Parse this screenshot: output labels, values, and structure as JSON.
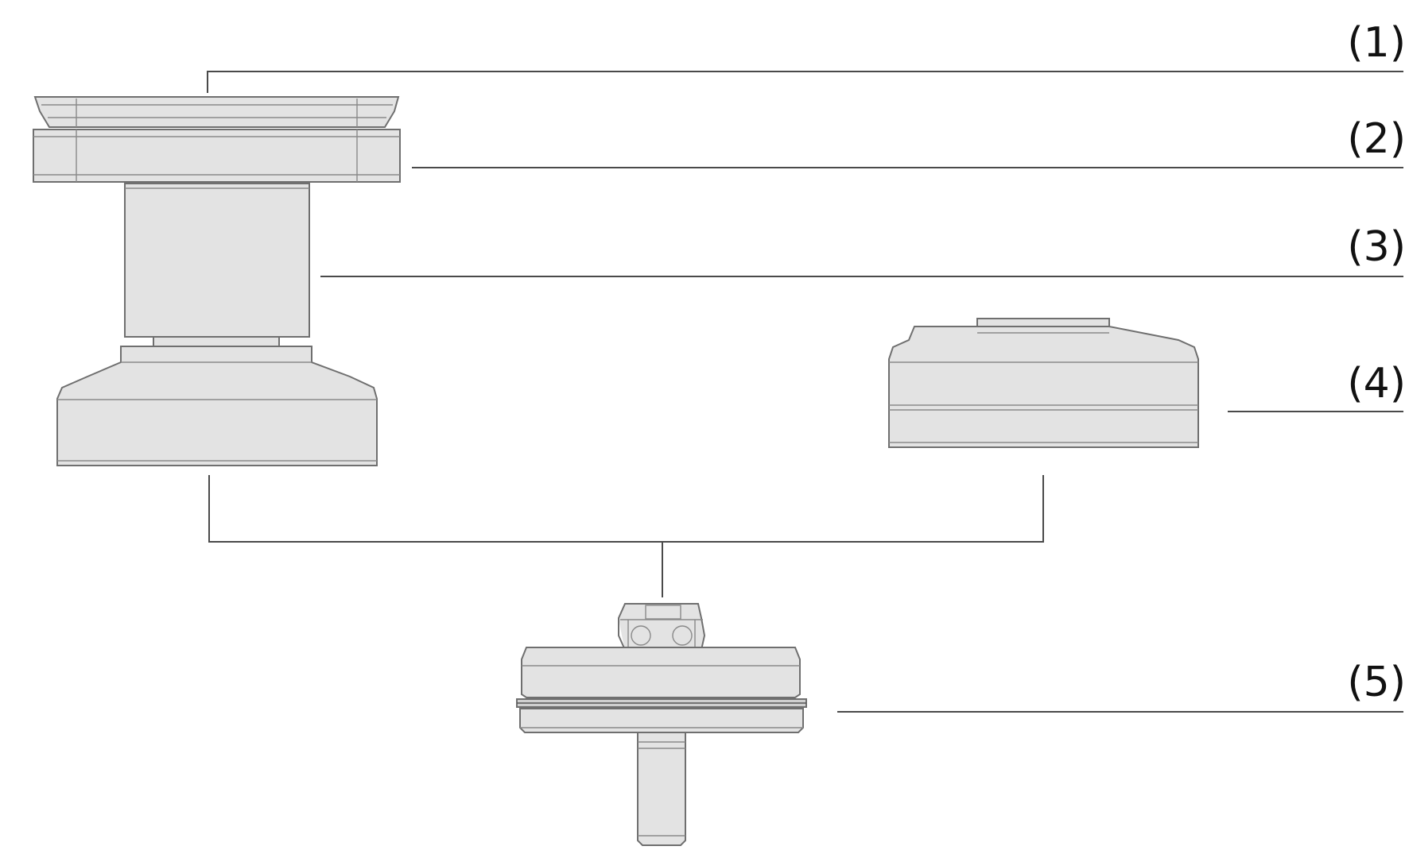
{
  "callouts": [
    {
      "id": "1",
      "label": "(1)"
    },
    {
      "id": "2",
      "label": "(2)"
    },
    {
      "id": "3",
      "label": "(3)"
    },
    {
      "id": "4",
      "label": "(4)"
    },
    {
      "id": "5",
      "label": "(5)"
    }
  ],
  "colors": {
    "background": "#ffffff",
    "part_fill": "#e3e3e3",
    "part_outline": "#6f6f6f",
    "leader_line": "#4a4a4a",
    "label_text": "#111111"
  }
}
